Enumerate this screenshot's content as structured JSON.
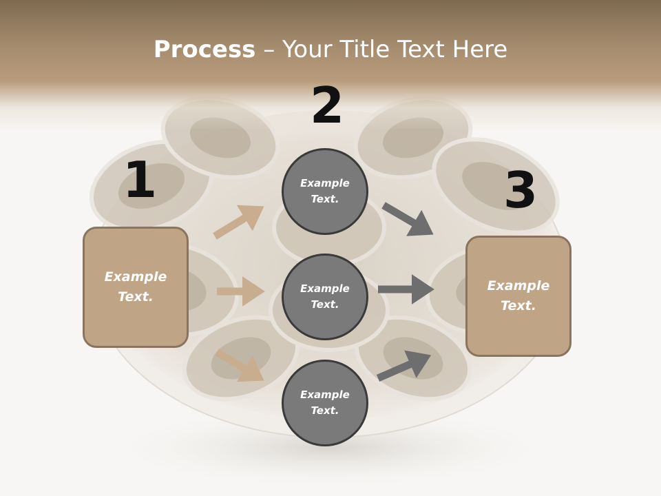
{
  "title": {
    "bold": "Process",
    "rest": " – Your Title Text Here"
  },
  "steps": [
    {
      "number": "1",
      "text": "Example Text."
    },
    {
      "number": "2"
    },
    {
      "number": "3",
      "text": "Example Text."
    }
  ],
  "circles": [
    {
      "text": "Example Text."
    },
    {
      "text": "Example Text."
    },
    {
      "text": "Example Text."
    }
  ],
  "colors": {
    "header": "#a88e70",
    "box_fill": "#bfa485",
    "box_border": "#8a7460",
    "circle_fill": "#7a7a7a",
    "circle_border": "#3a3a3a",
    "arrow_left": "#c8ad8e",
    "arrow_right": "#6e6e6e"
  }
}
